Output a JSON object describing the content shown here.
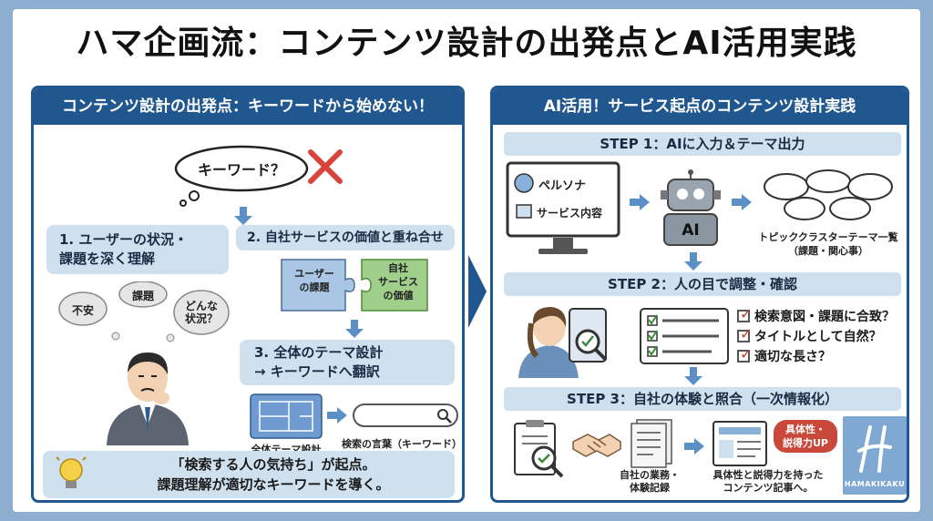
{
  "title": "ハマ企画流：コンテンツ設計の出発点とAI活用実践",
  "left": {
    "header": "コンテンツ設計の出発点：キーワードから始めない！",
    "keyword_bubble": "キーワード？",
    "step1": "1. ユーザーの状況・\n課題を深く理解",
    "step2": "2. 自社サービスの価値と重ね合せ",
    "thought_bubbles": [
      "不安",
      "課題",
      "どんな\n状況？"
    ],
    "puzzle_user": "ユーザー\nの課題",
    "puzzle_company": "自社\nサービス\nの価値",
    "step3": "3. 全体のテーマ設計\n→ キーワードへ翻訳",
    "blueprint_caption": "全体テーマ設計",
    "search_caption": "検索の言葉（キーワード）",
    "conclusion": "「検索する人の気持ち」が起点。\n課題理解が適切なキーワードを導く。"
  },
  "right": {
    "header": "AI活用！サービス起点のコンテンツ設計実践",
    "step1_title": "STEP 1：AIに入力＆テーマ出力",
    "persona_label": "ペルソナ",
    "service_label": "サービス内容",
    "ai_label": "AI",
    "topic_caption": "トピッククラスターテーマ一覧\n（課題・関心事）",
    "step2_title": "STEP 2：人の目で調整・確認",
    "checks": [
      "検索意図・課題に合致？",
      "タイトルとして自然？",
      "適切な長さ？"
    ],
    "step3_title": "STEP 3：自社の体験と照合（一次情報化）",
    "records_caption": "自社の業務・\n体験記録",
    "badge": "具体性・\n説得力UP",
    "article_caption": "具体性と説得力を持った\nコンテンツ記事へ。",
    "logo_text": "HAMAKIKAKU"
  },
  "colors": {
    "navy": "#21578f",
    "pale_blue": "#cfe0ef",
    "arrow_blue": "#5b90c7",
    "cross_red": "#d9443a",
    "puzzle_blue": "#a9c6e4",
    "puzzle_green": "#9fcf8a",
    "badge_red": "#c9483a"
  }
}
